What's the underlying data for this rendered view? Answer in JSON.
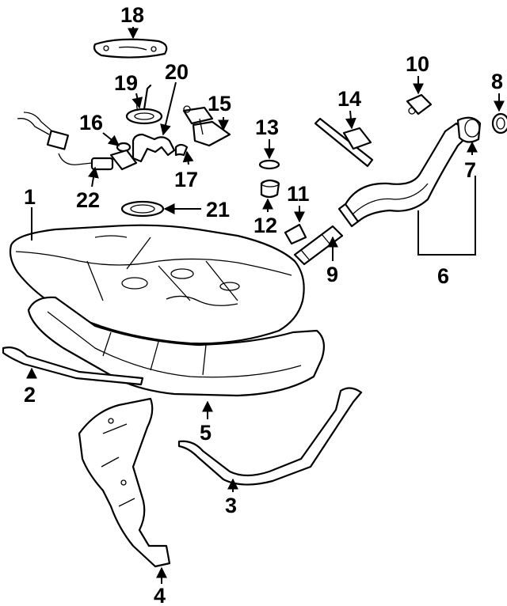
{
  "diagram": {
    "callouts": [
      {
        "id": "1",
        "label": "1"
      },
      {
        "id": "2",
        "label": "2"
      },
      {
        "id": "3",
        "label": "3"
      },
      {
        "id": "4",
        "label": "4"
      },
      {
        "id": "5",
        "label": "5"
      },
      {
        "id": "6",
        "label": "6"
      },
      {
        "id": "7",
        "label": "7"
      },
      {
        "id": "8",
        "label": "8"
      },
      {
        "id": "9",
        "label": "9"
      },
      {
        "id": "10",
        "label": "10"
      },
      {
        "id": "11",
        "label": "11"
      },
      {
        "id": "12",
        "label": "12"
      },
      {
        "id": "13",
        "label": "13"
      },
      {
        "id": "14",
        "label": "14"
      },
      {
        "id": "15",
        "label": "15"
      },
      {
        "id": "16",
        "label": "16"
      },
      {
        "id": "17",
        "label": "17"
      },
      {
        "id": "18",
        "label": "18"
      },
      {
        "id": "19",
        "label": "19"
      },
      {
        "id": "20",
        "label": "20"
      },
      {
        "id": "21",
        "label": "21"
      },
      {
        "id": "22",
        "label": "22"
      }
    ]
  },
  "colors": {
    "ink": "#000000",
    "paper": "#ffffff",
    "shade": "#cfcfcf"
  }
}
